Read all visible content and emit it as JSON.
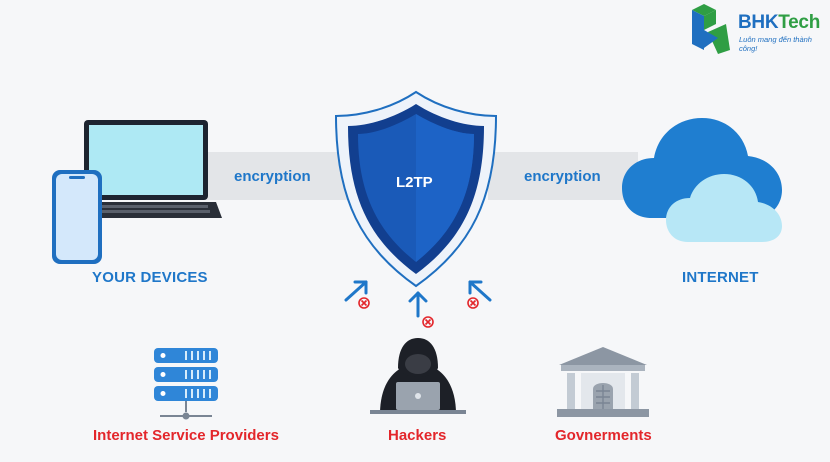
{
  "logo": {
    "brand_part1": "BHK",
    "brand_part2": "Tech",
    "slogan": "Luôn mang đến thành công!"
  },
  "center": {
    "label": "L2TP"
  },
  "links": {
    "left_label": "encryption",
    "right_label": "encryption"
  },
  "nodes": {
    "devices": "YOUR DEVICES",
    "internet": "INTERNET"
  },
  "threats": [
    {
      "name": "Internet Service Providers"
    },
    {
      "name": "Hackers"
    },
    {
      "name": "Govnerments"
    }
  ],
  "colors": {
    "blue": "#1f77c9",
    "navy": "#0d3a8a",
    "red": "#e3262b",
    "green": "#2f9e44",
    "band": "#e3e5e8"
  }
}
